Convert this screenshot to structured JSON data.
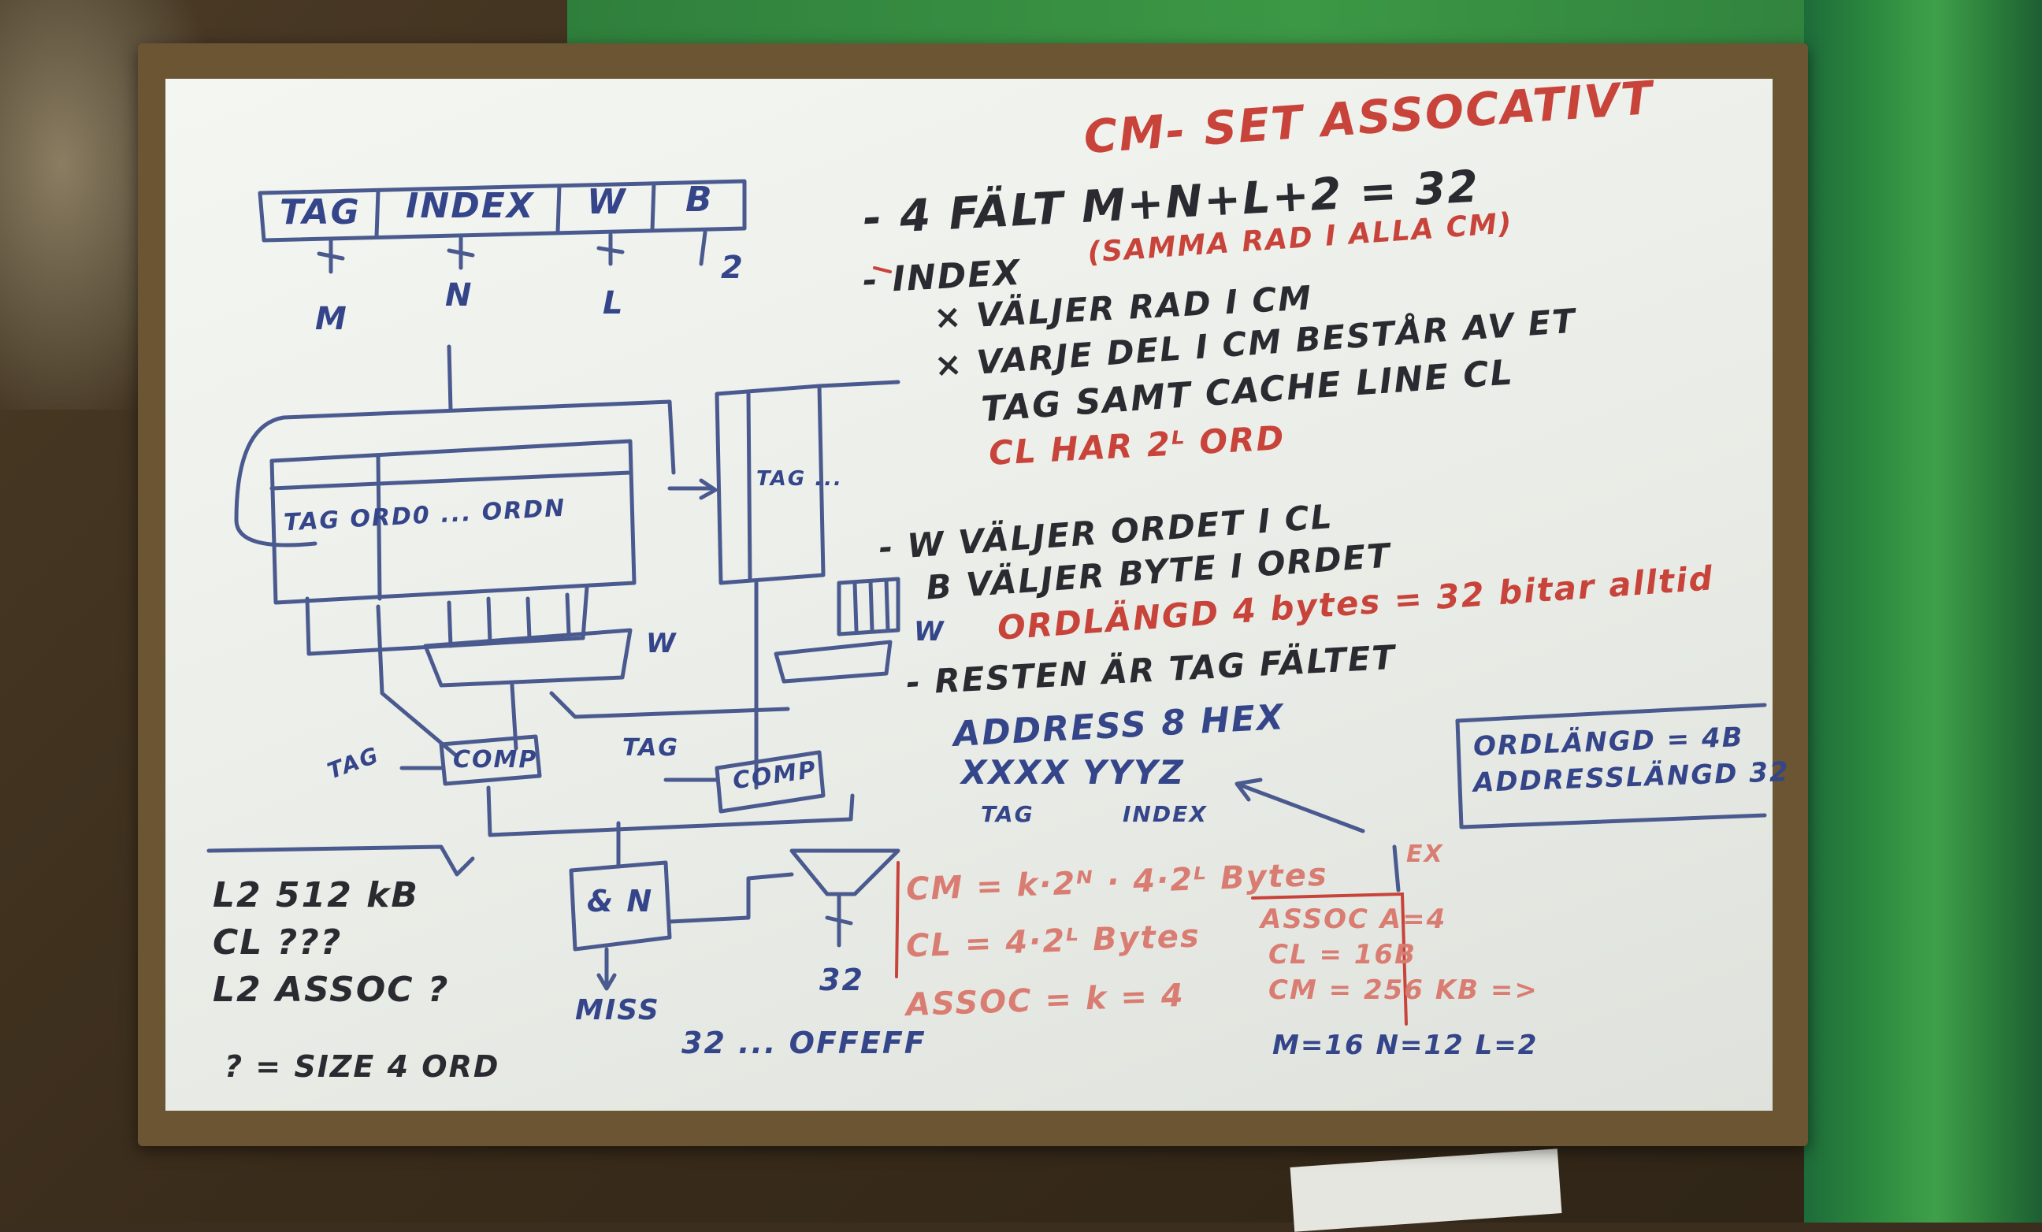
{
  "whiteboard": {
    "title": "CM- SET ASSOCATIVT",
    "address_fields": [
      "TAG",
      "INDEX",
      "W",
      "B"
    ],
    "field_widths": [
      "M",
      "N",
      "L",
      "2"
    ],
    "notes": {
      "fields_sum": "- 4 FÄLT M+N+L+2 = 32",
      "index_head": "- INDEX",
      "index_red": "(SAMMA RAD I ALLA CM)",
      "index_1": "× VÄLJER RAD I CM",
      "index_2": "× VARJE DEL I CM BESTÅR AV ET",
      "index_3": "TAG SAMT CACHE LINE CL",
      "cl_words": "CL HAR 2ᴸ ORD",
      "w_line": "- W  VÄLJER ORDET I CL",
      "b_line": "B  VÄLJER BYTE I ORDET",
      "word_len": "ORDLÄNGD 4 bytes = 32 bitar alltid",
      "rest": "- RESTEN ÄR TAG FÄLTET",
      "addr_hex": "ADDRESS 8 HEX",
      "addr_xy": "XXXX YYYZ",
      "addr_tag": "TAG",
      "addr_index": "INDEX"
    },
    "diagram_labels": {
      "row": "TAG  ORD0 ... ORDN",
      "tag_col": "TAG ...",
      "w_mux": "W",
      "w_mux2": "W",
      "tag_left": "TAG",
      "tag_mid": "TAG",
      "comp1": "COMP",
      "comp2": "COMP",
      "and_box": "& N",
      "miss": "MISS",
      "bus": "32",
      "offset": "32 ... OFFEFF"
    },
    "box": {
      "line1": "ORDLÄNGD = 4B",
      "line2": "ADDRESSLÄNGD 32"
    },
    "formulas": {
      "cm": "CM = k·2ᴺ · 4·2ᴸ Bytes",
      "cl": "CL = 4·2ᴸ Bytes",
      "assoc": "ASSOC = k = 4",
      "ex": "EX",
      "assoc_val": "ASSOC A=4",
      "cl_val": "CL = 16B",
      "cm_val": "CM = 256 KB =>",
      "mnl": "M=16 N=12 L=2"
    },
    "l2": {
      "size": "L2 512 kB",
      "cl": "CL ???",
      "assoc": "L2 ASSOC ?",
      "hint": "? = SIZE 4 ORD"
    }
  }
}
